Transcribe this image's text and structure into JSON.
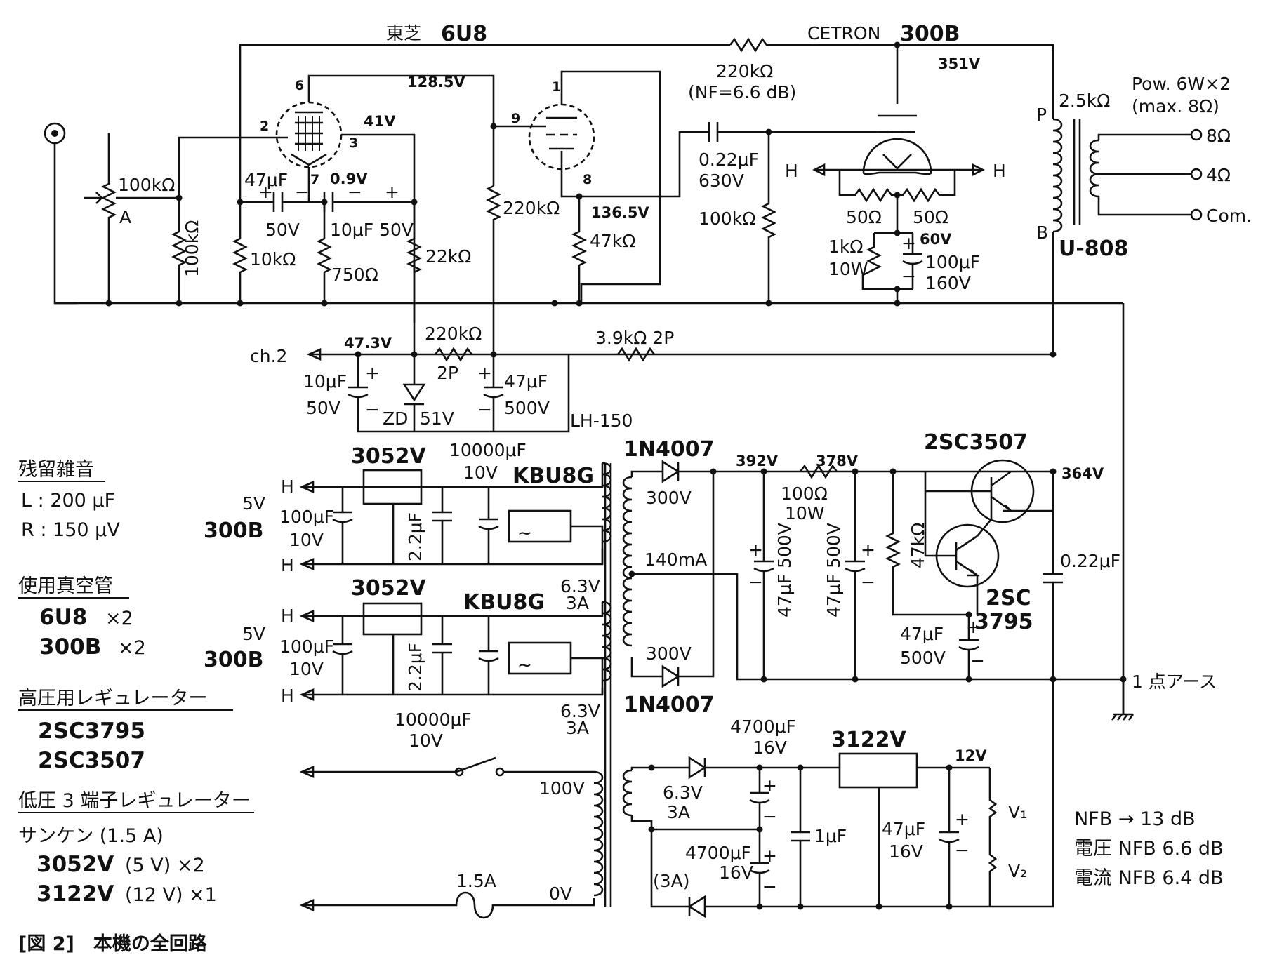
{
  "tubes": {
    "v1_name": "東芝",
    "v1_type": "6U8",
    "v2_name": "CETRON",
    "v2_type": "300B"
  },
  "volts": {
    "v128": "128.5V",
    "v41": "41V",
    "v09": "0.9V",
    "v1365": "136.5V",
    "v351": "351V",
    "v473": "47.3V",
    "v392": "392V",
    "v378": "378V",
    "v364": "364V",
    "v60": "60V",
    "v12": "12V"
  },
  "parts": {
    "r100k_pot": "100kΩ",
    "pot_a": "A",
    "r100k_in": "100kΩ",
    "c47_cat": "47μF",
    "c47_cat_v": "50V",
    "c10_scr": "10μF 50V",
    "r10k": "10kΩ",
    "r750": "750Ω",
    "r22k": "22kΩ",
    "r220k_pl": "220kΩ",
    "r47k_k": "47kΩ",
    "r220k_nf": "220kΩ",
    "nf_note": "(NF=6.6 dB)",
    "c022": "0.22μF",
    "c022_v": "630V",
    "r100k_g": "100kΩ",
    "r50a": "50Ω",
    "r50b": "50Ω",
    "r1k": "1kΩ",
    "r1k_w": "10W",
    "c100": "100μF",
    "c100_v": "160V",
    "trans_p": "P",
    "trans_b": "B",
    "trans_z": "2.5kΩ",
    "trans_name": "U-808",
    "pow": "Pow. 6W×2",
    "pow_max": "(max. 8Ω)",
    "out8": "8Ω",
    "out4": "4Ω",
    "outcom": "Com.",
    "ch2": "ch.2",
    "r220k_dec": "220kΩ",
    "r220k_dec_w": "2P",
    "r39k": "3.9kΩ 2P",
    "c10_dec": "10μF",
    "c10_dec_v": "50V",
    "zd": "ZD",
    "zd_v": "51V",
    "c47_dec": "47μF",
    "c47_dec_v": "500V",
    "choke": "LH-150",
    "reg1": "3052V",
    "reg2": "3052V",
    "reg3": "3122V",
    "bridge1": "KBU8G",
    "bridge2": "KBU8G",
    "h": "H",
    "v5": "5V",
    "tube300b": "300B",
    "c100h": "100μF",
    "c100h_v": "10V",
    "c22": "2.2μF",
    "c10000": "10000μF",
    "c10000_v": "10V",
    "w63": "6.3V",
    "w3a": "3A",
    "d1": "1N4007",
    "d2": "1N4007",
    "hv300a": "300V",
    "hv300b": "300V",
    "i140": "140mA",
    "r100_10w": "100Ω",
    "r100_10w_w": "10W",
    "c47_500_a": "47μF 500V",
    "c47_500_b": "47μF 500V",
    "r47k_b": "47kΩ",
    "tr1": "2SC3507",
    "tr2a": "2SC",
    "tr2b": "3795",
    "c47_500_c": "47μF",
    "c47_500_c_v": "500V",
    "c022_out": "0.22μF",
    "earth": "1 点アース",
    "w100": "100V",
    "w0": "0V",
    "fuse": "1.5A",
    "w63b": "6.3V",
    "w3ab": "3A",
    "w3ac": "(3A)",
    "c4700a": "4700μF",
    "c4700a_v": "16V",
    "c4700b": "4700μF",
    "c4700b_v": "16V",
    "c1": "1μF",
    "c47_16": "47μF",
    "c47_16_v": "16V",
    "v1": "V₁",
    "v2": "V₂",
    "plus": "+",
    "minus": "−",
    "ac": "~",
    "pin6": "6",
    "pin2": "2",
    "pin3": "3",
    "pin7": "7",
    "pin1": "1",
    "pin9": "9",
    "pin8": "8"
  },
  "notes": {
    "noise_title": "残留雑音",
    "noise_l": "L : 200 μF",
    "noise_r": "R : 150 μV",
    "tubes_title": "使用真空管",
    "tube_a": "6U8",
    "tube_a_n": "×2",
    "tube_b": "300B",
    "tube_b_n": "×2",
    "hv_title": "高圧用レギュレーター",
    "hv_a": "2SC3795",
    "hv_b": "2SC3507",
    "lv_title": "低圧 3 端子レギュレーター",
    "lv_maker": "サンケン (1.5 A)",
    "lv_a": "3052V",
    "lv_a_spec": "(5 V) ×2",
    "lv_b": "3122V",
    "lv_b_spec": "(12 V) ×1",
    "caption": "[図 2]　本機の全回路"
  },
  "nfb": {
    "total": "NFB → 13 dB",
    "voltage": "電圧 NFB 6.6 dB",
    "current": "電流 NFB 6.4 dB"
  }
}
